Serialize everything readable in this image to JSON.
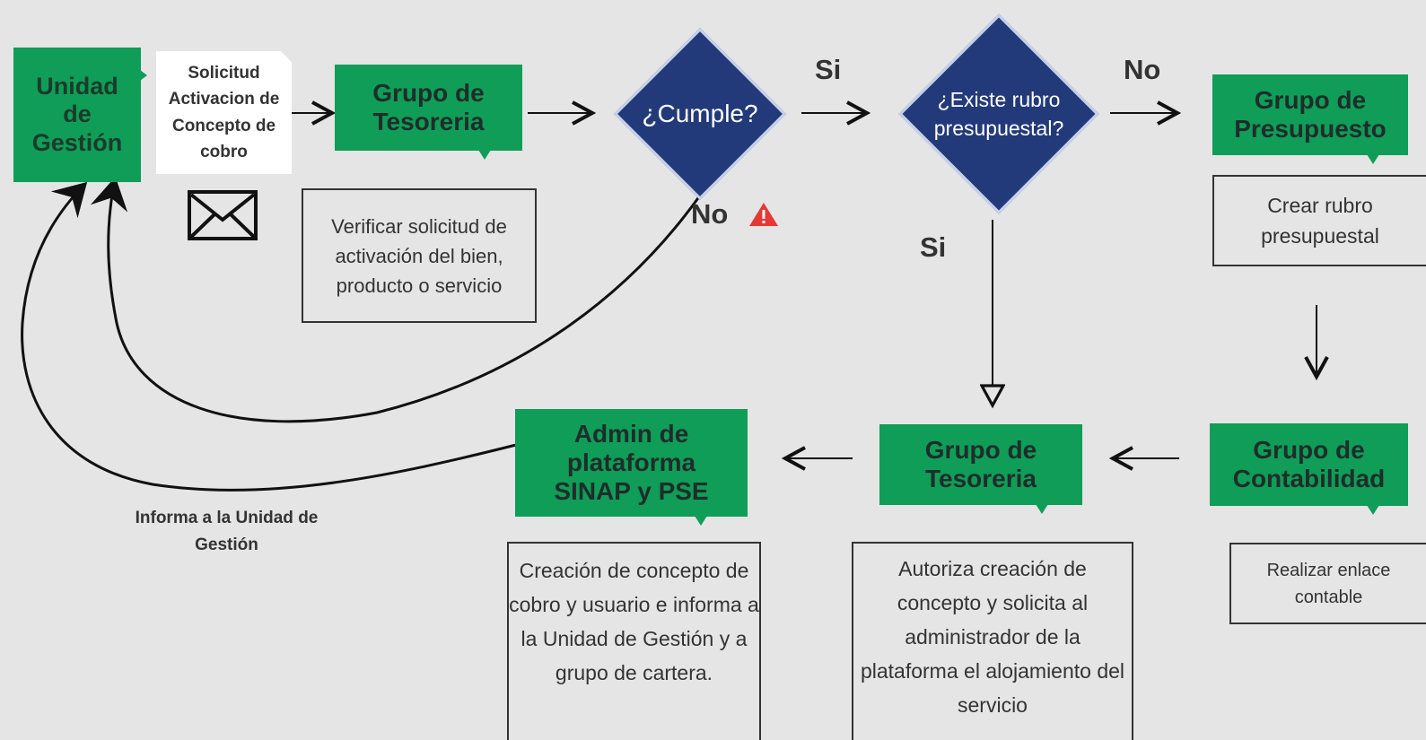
{
  "nodes": {
    "unidad_gestion": "Unidad de Gestión",
    "grupo_tesoreria_top": "Grupo de Tesoreria",
    "grupo_presupuesto": "Grupo de Presupuesto",
    "grupo_contabilidad": "Grupo de Contabilidad",
    "grupo_tesoreria_bottom": "Grupo de Tesoreria",
    "admin_plataforma": "Admin de plataforma SINAP y PSE"
  },
  "document": {
    "label": "Solicitud Activacion de Concepto de cobro",
    "icon": "envelope-icon"
  },
  "decisions": {
    "cumple": "¿Cumple?",
    "existe_rubro": "¿Existe rubro presupuestal?"
  },
  "tasks": {
    "verificar": "Verificar solicitud de activación del bien, producto o servicio",
    "crear_rubro": "Crear rubro presupuestal",
    "enlace_contable": "Realizar enlace contable",
    "autoriza": "Autoriza creación de concepto  y solicita al administrador de la plataforma el alojamiento del servicio",
    "creacion": "Creación de concepto de cobro y usuario e informa a la Unidad de Gestión y a grupo de cartera."
  },
  "edge_labels": {
    "si_cumple": "Si",
    "no_cumple": "No",
    "no_existe": "No",
    "si_existe": "Si",
    "informa": "Informa a la Unidad de Gestión"
  },
  "icons": {
    "warning": "warning-icon",
    "envelope": "envelope-icon"
  },
  "colors": {
    "green": "#0f9d58",
    "navy": "#233a7a",
    "warning": "#e53935"
  }
}
